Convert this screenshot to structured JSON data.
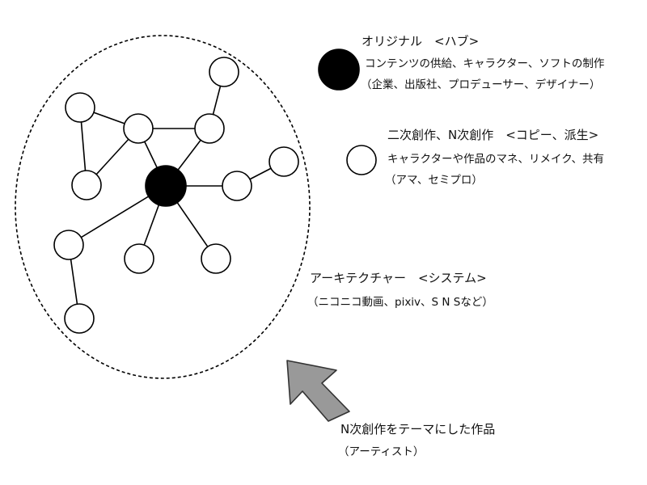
{
  "legend": {
    "hub": {
      "title": "オリジナル　<ハブ>",
      "line1": "コンテンツの供給、キャラクター、ソフトの制作",
      "line2": "（企業、出版社、プロデューサー、デザイナー）"
    },
    "derivative": {
      "title": "二次創作、N次創作　<コピー、派生>",
      "line1": "キャラクターや作品のマネ、リメイク、共有",
      "line2": "（アマ、セミプロ）"
    }
  },
  "architecture": {
    "title": "アーキテクチャー　<システム>",
    "line1": "（ニコニコ動画、pixiv、S N Sなど）"
  },
  "artist": {
    "title": "N次創作をテーマにした作品",
    "line1": "（アーティスト）"
  },
  "colors": {
    "hub_fill": "#000000",
    "node_fill": "#ffffff",
    "stroke": "#000000",
    "arrow_fill": "#999999",
    "arrow_stroke": "#333333"
  }
}
